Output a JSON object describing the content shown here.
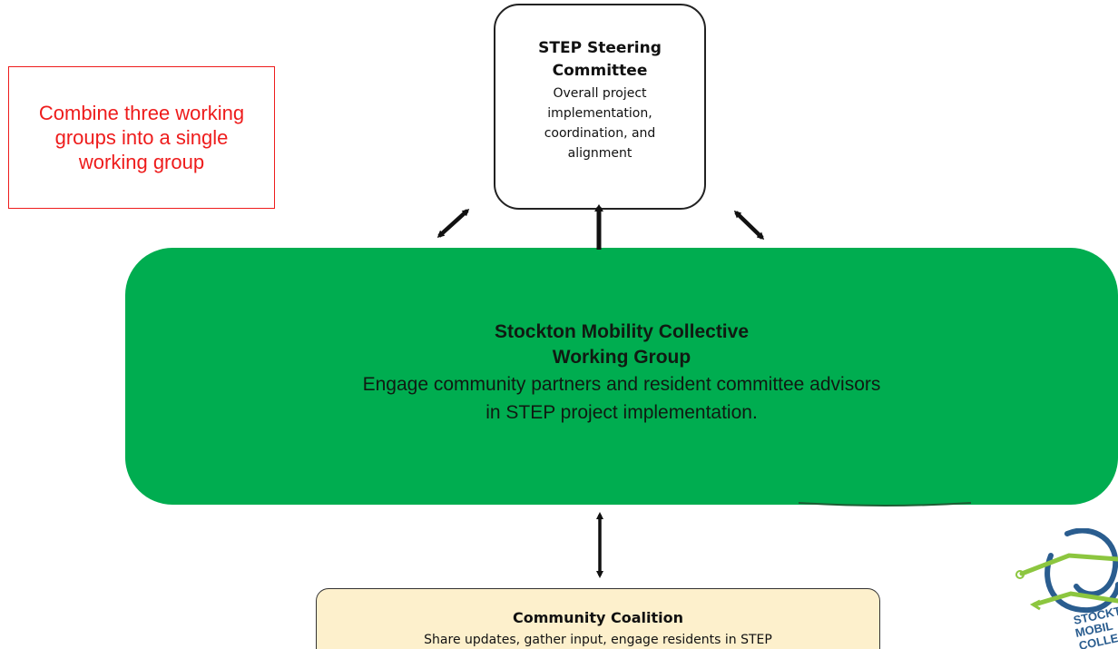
{
  "note": {
    "text": "Combine three working groups into a single working group",
    "color": "#ee1c1c"
  },
  "steering": {
    "title": "STEP Steering Committee",
    "description": "Overall project implementation, coordination, and alignment"
  },
  "working_group": {
    "title_line1": "Stockton Mobility Collective",
    "title_line2": "Working Group",
    "desc_line1": "Engage community partners and resident committee advisors",
    "desc_line2": "in STEP project implementation.",
    "fill_color": "#00ad50"
  },
  "coalition": {
    "title": "Community Coalition",
    "description": "Share updates, gather input, engage residents in STEP",
    "fill_color": "#fdf0cc"
  },
  "logo": {
    "text_line1": "STOCKT",
    "text_line2": "MOBIL",
    "text_line3": "COLLEC"
  }
}
